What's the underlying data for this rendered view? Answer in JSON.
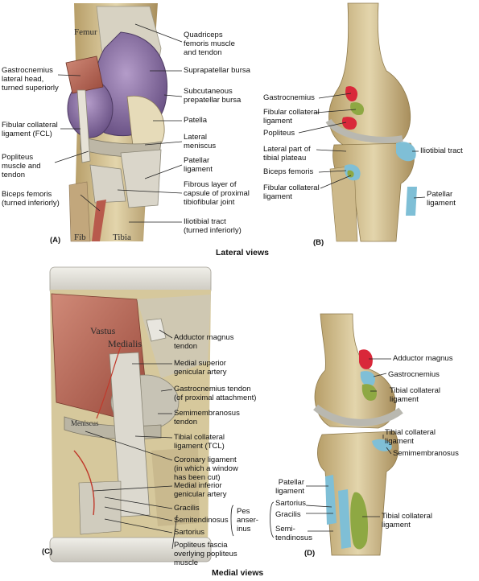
{
  "captions": {
    "lateral": "Lateral views",
    "medial": "Medial views"
  },
  "panel_letters": {
    "a": "(A)",
    "b": "(B)",
    "c": "(C)",
    "d": "(D)"
  },
  "panel_a": {
    "bone_labels": {
      "femur": "Femur",
      "fib": "Fib",
      "tibia": "Tibia"
    },
    "labels": {
      "quadriceps": "Quadriceps\nfemoris muscle\nand tendon",
      "suprapatellar": "Suprapatellar bursa",
      "prepatellar": "Subcutaneous\nprepatellar bursa",
      "patella": "Patella",
      "lat_meniscus": "Lateral\nmeniscus",
      "patellar_lig": "Patellar\nligament",
      "fibrous_layer": "Fibrous layer of\ncapsule of proximal\ntibiofibular joint",
      "iliotibial": "Iliotibial tract\n(turned inferiorly)",
      "gastro_lat": "Gastrocnemius\nlateral head,\nturned superiorly",
      "fcl": "Fibular collateral\nligament (FCL)",
      "popliteus": "Popliteus\nmuscle and\ntendon",
      "biceps": "Biceps femoris\n(turned inferiorly)"
    }
  },
  "panel_b": {
    "labels": {
      "gastro": "Gastrocnemius",
      "fcl_top": "Fibular collateral\nligament",
      "popliteus": "Popliteus",
      "lat_plateau": "Lateral part of\ntibial plateau",
      "biceps": "Biceps femoris",
      "fcl_bottom": "Fibular collateral\nligament",
      "iliotibial": "Iliotibial tract",
      "patellar": "Patellar\nligament"
    }
  },
  "panel_c": {
    "muscle_labels": {
      "vastus": "Vastus",
      "medialis": "Medialis",
      "meniscus": "Meniscus"
    },
    "labels": {
      "adductor_tendon": "Adductor magnus\ntendon",
      "med_sup_genicular": "Medial superior\ngenicular artery",
      "gastro_tendon": "Gastrocnemius tendon\n(of proximal attachment)",
      "semimembranosus": "Semimembranosus\ntendon",
      "tcl": "Tibial collateral\nligament (TCL)",
      "coronary": "Coronary ligament\n(in which a window\nhas been cut)",
      "med_inf_genicular": "Medial inferior\ngenicular artery",
      "gracilis": "Gracilis",
      "semitendinosus": "Semitendinosus",
      "sartorius": "Sartorius",
      "pes": "Pes\nanser-\ninus",
      "popliteus_fascia": "Popliteus fascia\noverlying popliteus\nmuscle"
    }
  },
  "panel_d": {
    "labels": {
      "adductor": "Adductor magnus",
      "gastro": "Gastrocnemius",
      "tcl_top": "Tibial collateral\nligament",
      "tcl_mid": "Tibial collateral\nligament",
      "semimembranosus": "Semimembranosus",
      "patellar": "Patellar\nligament",
      "sartorius": "Sartorius",
      "gracilis": "Gracilis",
      "semitendinosus": "Semi-\ntendinosus",
      "tcl_bottom": "Tibial collateral\nligament"
    }
  },
  "colors": {
    "bone": "#d8c79a",
    "bursa": "#8c72a6",
    "muscle": "#b8604f",
    "ligament": "#d9d6cc",
    "attach_red": "#d9283a",
    "attach_blue": "#7fbfd6",
    "attach_green": "#8ea843"
  }
}
